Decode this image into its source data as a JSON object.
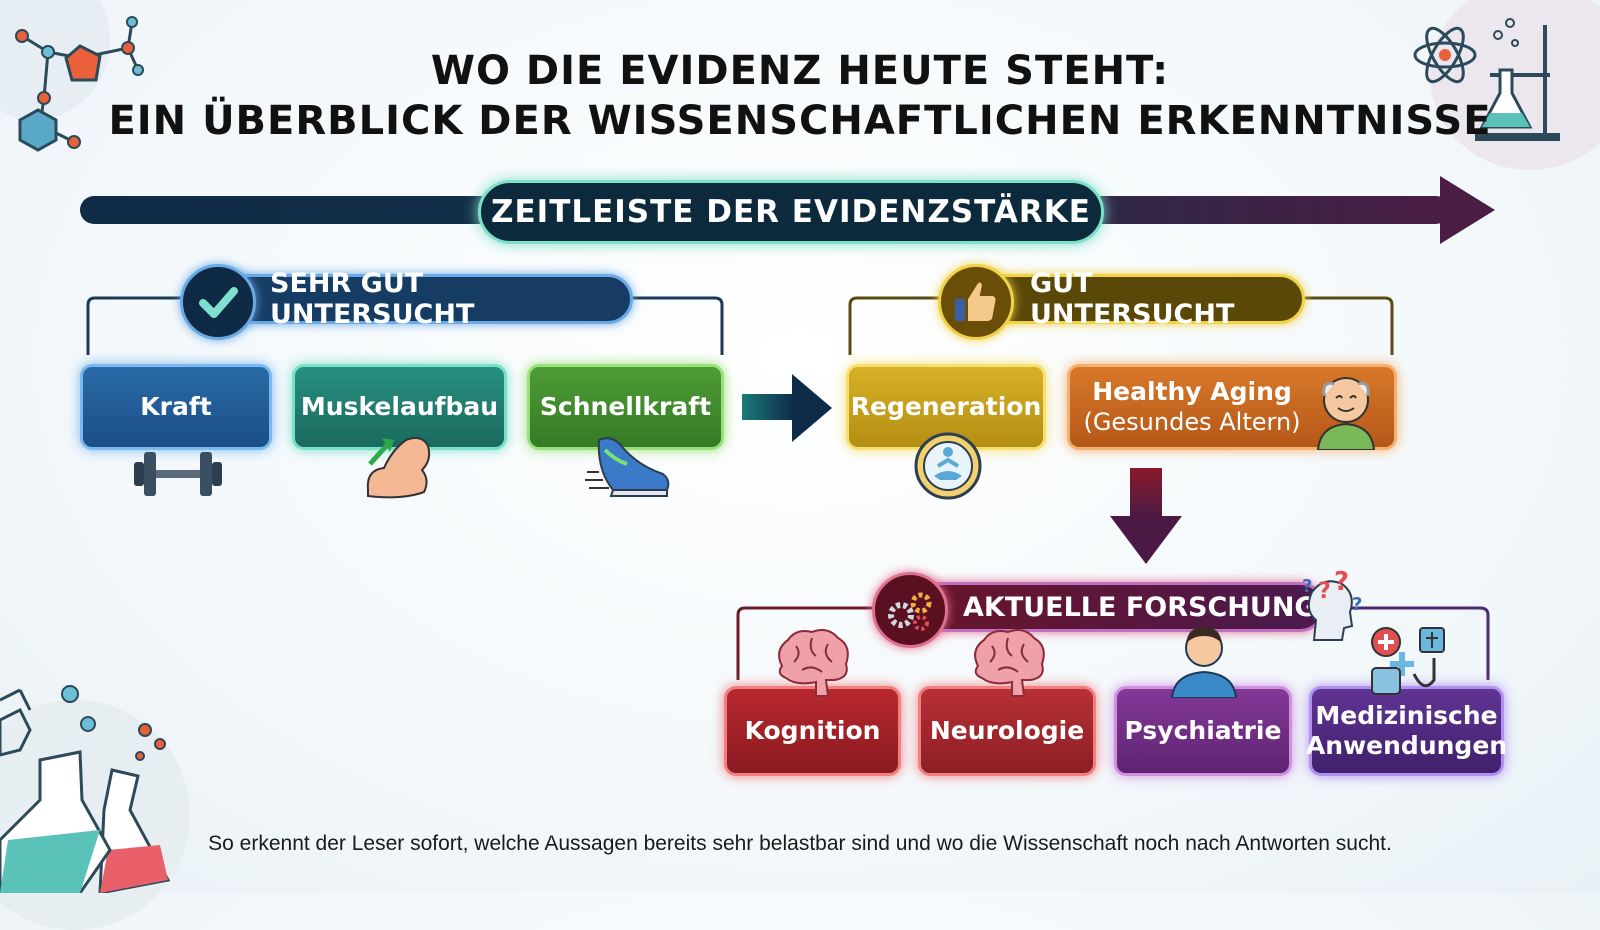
{
  "title": {
    "line1": "WO DIE EVIDENZ HEUTE STEHT:",
    "line2": "EIN ÜBERBLICK DER WISSENSCHAFTLICHEN ERKENNTNISSE"
  },
  "timeline": {
    "label": "ZEITLEISTE DER EVIDENZSTÄRKE"
  },
  "groups": {
    "very_well": {
      "label": "SEHR GUT UNTERSUCHT",
      "icon": "checkmark-icon",
      "items": [
        "Kraft",
        "Muskelaufbau",
        "Schnellkraft"
      ]
    },
    "well": {
      "label": "GUT UNTERSUCHT",
      "icon": "thumbs-up-icon",
      "items": [
        "Regeneration",
        "Healthy Aging",
        "(Gesundes Altern)"
      ]
    },
    "current": {
      "label": "AKTUELLE FORSCHUNG",
      "icon": "gears-icon",
      "items": [
        "Kognition",
        "Neurologie",
        "Psychiatrie",
        "Medizinische",
        "Anwendungen"
      ]
    }
  },
  "caption": "So erkennt der Leser sofort, welche Aussagen bereits sehr belastbar sind und wo die Wissenschaft noch nach Antworten sucht.",
  "colors": {
    "kraft": "#1f5a96",
    "muskelaufbau": "#1e7a6a",
    "schnellkraft": "#3f8a2e",
    "regeneration": "#c9a11c",
    "healthy_aging": "#c9661e",
    "kognition": "#b0262e",
    "neurologie": "#b23035",
    "psychiatrie": "#7a2f8a",
    "medizinische": "#5a2d8a"
  }
}
